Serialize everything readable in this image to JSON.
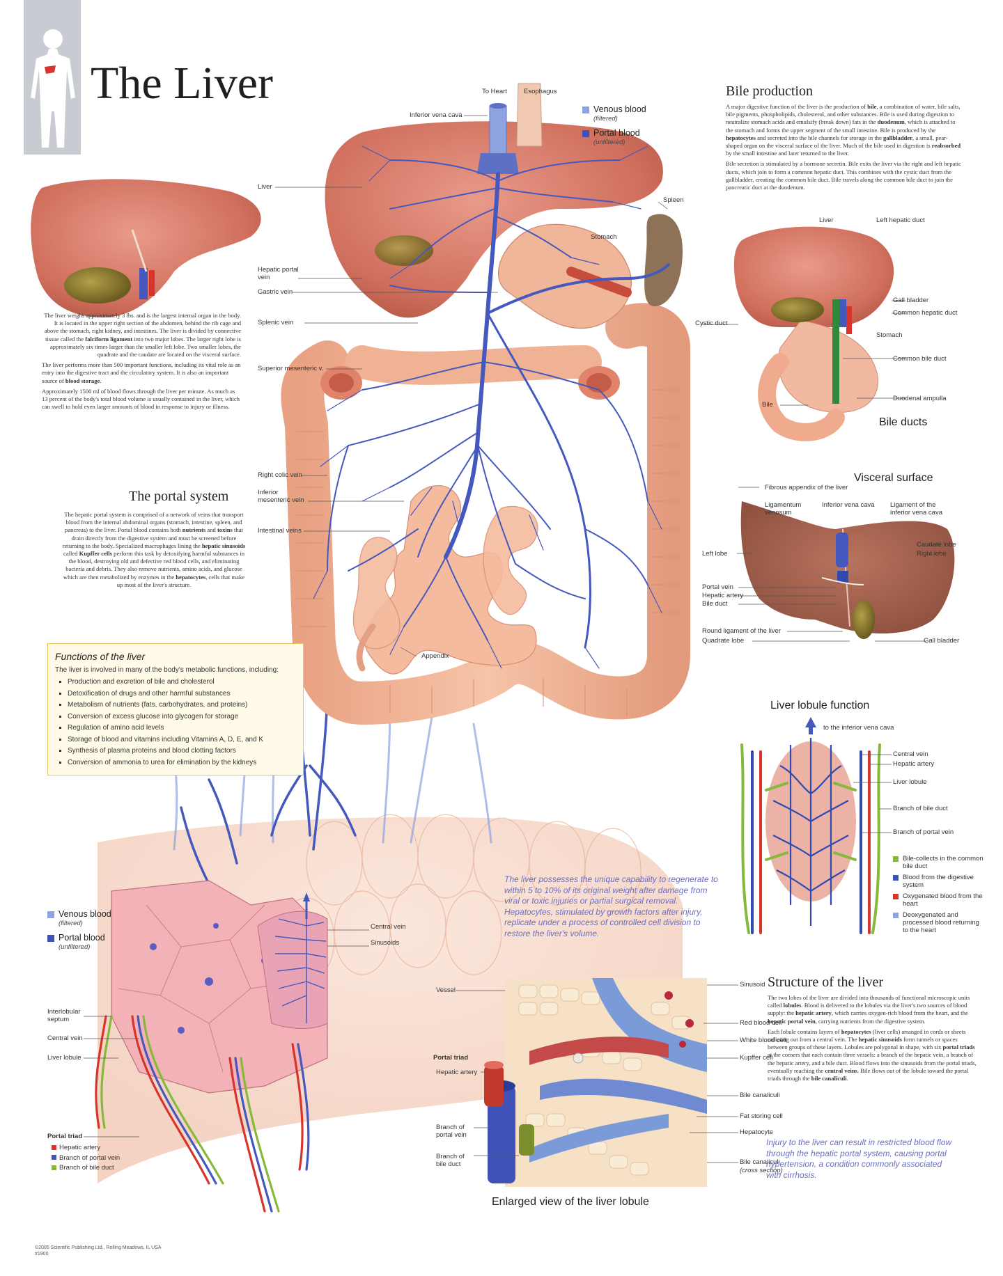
{
  "title": "The Liver",
  "colors": {
    "venous": "#8fa3e0",
    "portal": "#3f52b8",
    "artery": "#d7342b",
    "bile": "#86b83c",
    "liver": "#d67865",
    "intestine": "#f2b497"
  },
  "main_figure": {
    "top_labels": [
      "To Heart",
      "Esophagus"
    ],
    "legend": [
      {
        "label": "Venous blood",
        "sub": "(filtered)"
      },
      {
        "label": "Portal blood",
        "sub": "(unfiltered)"
      }
    ],
    "labels": {
      "inferior_vena_cava": "Inferior vena cava",
      "liver": "Liver",
      "spleen": "Spleen",
      "stomach": "Stomach",
      "hepatic_portal_vein": "Hepatic portal vein",
      "gastric_vein": "Gastric vein",
      "splenic_vein": "Splenic vein",
      "superior_mesenteric": "Superior mesenteric v.",
      "right_colic_vein": "Right colic vein",
      "inferior_mesenteric": "Inferior mesenteric vein",
      "intestinal_veins": "Intestinal veins",
      "appendix": "Appendix"
    }
  },
  "intro": {
    "p1_parts": [
      "The liver weighs approximately 3 lbs. and is the largest internal organ in the body. It is located in the upper right section of the abdomen, behind the rib cage and above the stomach, right kidney, and intestines. The liver is divided by connective tissue called the ",
      "falciform ligament",
      " into two major lobes. The larger right lobe is approximately six times larger than the smaller left lobe. Two smaller lobes, the quadrate and the caudate are located on the visceral surface."
    ],
    "p2_parts": [
      "The liver performs more than 500 important functions, including its vital role as an entry into the digestive tract and the circulatory system. It is also an important source of ",
      "blood storage",
      "."
    ],
    "p3": "Approximately 1500 ml of blood flows through the liver per minute. As much as 13 percent of the body's total blood volume is usually contained in the liver, which can swell to hold even larger amounts of blood in response to injury or illness."
  },
  "portal_system": {
    "heading": "The portal system",
    "parts": [
      "The hepatic portal system is comprised of a network of veins that transport blood from the internal abdominal organs (stomach, intestine, spleen, and pancreas) to the liver. Portal blood contains both ",
      "nutrients",
      " and ",
      "toxins",
      " that drain directly from the digestive system and must be screened before returning to the body. Specialized macrophages lining the ",
      "hepatic sinusoids",
      " called ",
      "Kupffer cells",
      " perform this task by detoxifying harmful substances in the blood, destroying old and defective red blood cells, and eliminating bacteria and debris. They also remove nutrients, amino acids, and glucose which are then metabolized by enzymes in the ",
      "hepatocytes",
      ", cells that make up most of the liver's structure."
    ]
  },
  "functions": {
    "heading": "Functions of the liver",
    "intro": "The liver is involved in many of the body's metabolic functions, including:",
    "items": [
      "Production and excretion of bile and cholesterol",
      "Detoxification of drugs and other harmful substances",
      "Metabolism of nutrients (fats, carbohydrates, and proteins)",
      "Conversion of excess glucose into glycogen for storage",
      "Regulation of amino acid levels",
      "Storage of blood and vitamins including Vitamins A, D, E, and K",
      "Synthesis of plasma proteins and blood clotting factors",
      "Conversion of ammonia to urea for elimination by the kidneys"
    ]
  },
  "bile_production": {
    "heading": "Bile production",
    "p1_parts": [
      "A major digestive function of the liver is the production of ",
      "bile",
      ", a combination of water, bile salts, bile pigments, phospholipids, cholesterol, and other substances. Bile is used during digestion to neutralize stomach acids and emulsify (break down) fats in the ",
      "duodenum",
      ", which is attached to the stomach and forms the upper segment of the small intestine. Bile is produced by the ",
      "hepatocytes",
      " and secreted into the bile channels for storage in the ",
      "gallbladder",
      ", a small, pear-shaped organ on the visceral surface of the liver. Much of the bile used in digestion is ",
      "reabsorbed",
      " by the small intestine and later returned to the liver."
    ],
    "p2": "Bile secretion is stimulated by a hormone secretin. Bile exits the liver via the right and left hepatic ducts, which join to form a common hepatic duct. This combines with the cystic duct from the gallbladder, creating the common bile duct. Bile travels along the common bile duct to join the pancreatic duct at the duodenum."
  },
  "bile_ducts": {
    "heading": "Bile ducts",
    "labels": {
      "liver": "Liver",
      "left_hepatic_duct": "Left hepatic duct",
      "gall_bladder": "Gall bladder",
      "common_hepatic_duct": "Common hepatic duct",
      "stomach": "Stomach",
      "cystic_duct": "Cystic duct",
      "common_bile_duct": "Common bile duct",
      "bile": "Bile",
      "duodenal_ampulla": "Duodenal ampulla"
    }
  },
  "visceral_surface": {
    "heading": "Visceral surface",
    "labels": {
      "fibrous_appendix": "Fibrous appendix of the liver",
      "ligamentum_venosum": "Ligamentum venosum",
      "inferior_vena_cava": "Inferior vena cava",
      "ligament_ivc": "Ligament of the inferior vena cava",
      "caudate_lobe": "Caudate lobe",
      "right_lobe": "Right lobe",
      "left_lobe": "Left lobe",
      "portal_vein": "Portal vein",
      "hepatic_artery": "Hepatic artery",
      "bile_duct": "Bile duct",
      "round_ligament": "Round ligament of the liver",
      "quadrate_lobe": "Quadrate lobe",
      "gall_bladder": "Gall bladder"
    }
  },
  "lobule_function": {
    "heading": "Liver lobule function",
    "labels": {
      "to_ivc": "to the inferior vena cava",
      "central_vein": "Central vein",
      "hepatic_artery": "Hepatic artery",
      "liver_lobule": "Liver lobule",
      "branch_bile_duct": "Branch of bile duct",
      "branch_portal_vein": "Branch of portal vein"
    },
    "legend": [
      {
        "label": "Bile-collects in the common bile duct",
        "color": "#86b83c"
      },
      {
        "label": "Blood from the digestive system",
        "color": "#3f52b8"
      },
      {
        "label": "Oxygenated blood from the heart",
        "color": "#d7342b"
      },
      {
        "label": "Deoxygenated and processed blood returning to the heart",
        "color": "#8fa3e0"
      }
    ]
  },
  "regenerate_note": "The liver possesses the unique capability to regenerate to within 5 to 10% of its original weight after damage from viral or toxic injuries or partial surgical removal. Hepatocytes, stimulated by growth factors after injury, replicate under a process of controlled cell division to restore the liver's volume.",
  "lower_left": {
    "legend": [
      {
        "label": "Venous blood",
        "sub": "(filtered)"
      },
      {
        "label": "Portal blood",
        "sub": "(unfiltered)"
      }
    ],
    "labels": {
      "central_vein_r": "Central vein",
      "sinusoids": "Sinusoids",
      "interlobular_septum": "Interlobular septum",
      "central_vein_l": "Central vein",
      "liver_lobule": "Liver lobule",
      "portal_triad": "Portal triad"
    },
    "triad_items": [
      {
        "label": "Hepatic artery",
        "color": "#d7342b"
      },
      {
        "label": "Branch of portal vein",
        "color": "#3f52b8"
      },
      {
        "label": "Branch of bile duct",
        "color": "#86b83c"
      }
    ]
  },
  "enlarged": {
    "caption": "Enlarged view of the liver lobule",
    "labels": {
      "vessel": "Vessel",
      "portal_triad": "Portal triad",
      "hepatic_artery": "Hepatic artery",
      "branch_portal_vein": "Branch of portal vein",
      "branch_bile_duct": "Branch of bile duct",
      "sinusoid": "Sinusoid",
      "red_blood_cell": "Red blood cell",
      "white_blood_cell": "White blood cell",
      "kupffer_cell": "Kupffer cell",
      "bile_canaliculi": "Bile canaliculi",
      "fat_storing_cell": "Fat storing cell",
      "hepatocyte": "Hepatocyte",
      "bile_canaliculi_cs": "Bile canaliculi",
      "cross_section": "(cross section)"
    }
  },
  "structure": {
    "heading": "Structure of the liver",
    "p1_parts": [
      "The two lobes of the liver are divided into thousands of functional microscopic units called ",
      "lobules",
      ". Blood is delivered to the lobules via the liver's two sources of blood supply: the ",
      "hepatic artery",
      ", which carries oxygen-rich blood from the heart, and the ",
      "hepatic portal vein",
      ", carrying nutrients from the digestive system."
    ],
    "p2_parts": [
      "Each lobule contains layers of ",
      "hepatocytes",
      " (liver cells) arranged in cords or sheets radiating out from a central vein. The ",
      "hepatic sinusoids",
      " form tunnels or spaces between groups of these layers. Lobules are polygonal in shape, with six ",
      "portal triads",
      " at the corners that each contain three vessels: a branch of the hepatic vein, a branch of the hepatic artery, and a bile duct. Blood flows into the sinusoids from the portal triads, eventually reaching the ",
      "central veins",
      ". Bile flows out of the lobule toward the portal triads through the ",
      "bile canaliculi",
      "."
    ]
  },
  "injury_note": "Injury to the liver can result in restricted blood flow through the hepatic portal system, causing portal hypertension, a condition commonly associated with cirrhosis.",
  "copyright": [
    "©2005 Scientific Publishing Ltd., Rolling Meadows, IL USA",
    "#1900"
  ]
}
